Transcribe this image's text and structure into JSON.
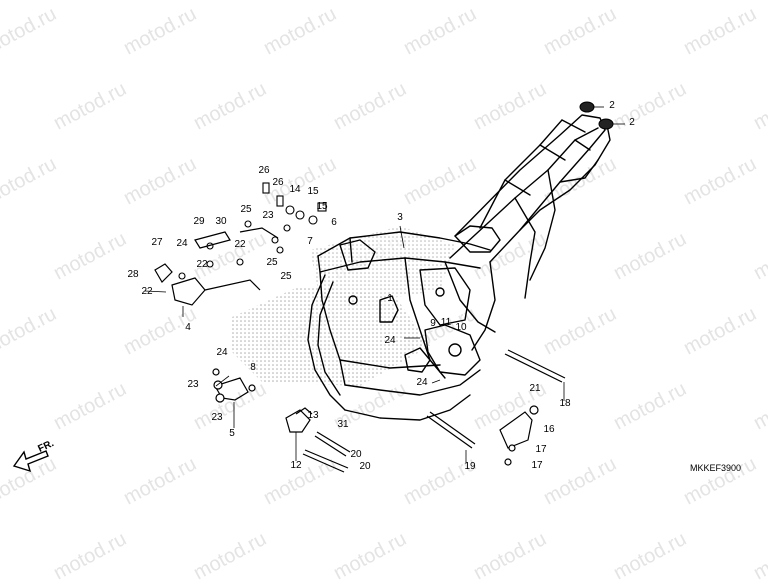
{
  "watermark": "motod.ru",
  "diagram_code": "MKKEF3900",
  "direction_label": "FR.",
  "callouts": [
    {
      "id": "c1",
      "text": "2"
    },
    {
      "id": "c2",
      "text": "2"
    },
    {
      "id": "c3",
      "text": "3"
    },
    {
      "id": "c4",
      "text": "26"
    },
    {
      "id": "c5",
      "text": "26"
    },
    {
      "id": "c6",
      "text": "14"
    },
    {
      "id": "c7",
      "text": "15"
    },
    {
      "id": "c8",
      "text": "15"
    },
    {
      "id": "c9",
      "text": "25"
    },
    {
      "id": "c10",
      "text": "23"
    },
    {
      "id": "c11",
      "text": "6"
    },
    {
      "id": "c12",
      "text": "29"
    },
    {
      "id": "c13",
      "text": "30"
    },
    {
      "id": "c14",
      "text": "22"
    },
    {
      "id": "c15",
      "text": "7"
    },
    {
      "id": "c16",
      "text": "27"
    },
    {
      "id": "c17",
      "text": "24"
    },
    {
      "id": "c18",
      "text": "22"
    },
    {
      "id": "c19",
      "text": "25"
    },
    {
      "id": "c20",
      "text": "28"
    },
    {
      "id": "c21",
      "text": "25"
    },
    {
      "id": "c22",
      "text": "22"
    },
    {
      "id": "c23",
      "text": "4"
    },
    {
      "id": "c24",
      "text": "1"
    },
    {
      "id": "c25",
      "text": "9"
    },
    {
      "id": "c26",
      "text": "11"
    },
    {
      "id": "c27",
      "text": "10"
    },
    {
      "id": "c28",
      "text": "24"
    },
    {
      "id": "c29",
      "text": "24"
    },
    {
      "id": "c30",
      "text": "8"
    },
    {
      "id": "c31",
      "text": "23"
    },
    {
      "id": "c32",
      "text": "23"
    },
    {
      "id": "c33",
      "text": "5"
    },
    {
      "id": "c34",
      "text": "24"
    },
    {
      "id": "c35",
      "text": "21"
    },
    {
      "id": "c36",
      "text": "18"
    },
    {
      "id": "c37",
      "text": "13"
    },
    {
      "id": "c38",
      "text": "31"
    },
    {
      "id": "c39",
      "text": "16"
    },
    {
      "id": "c40",
      "text": "17"
    },
    {
      "id": "c41",
      "text": "17"
    },
    {
      "id": "c42",
      "text": "12"
    },
    {
      "id": "c43",
      "text": "20"
    },
    {
      "id": "c44",
      "text": "20"
    },
    {
      "id": "c45",
      "text": "19"
    }
  ]
}
